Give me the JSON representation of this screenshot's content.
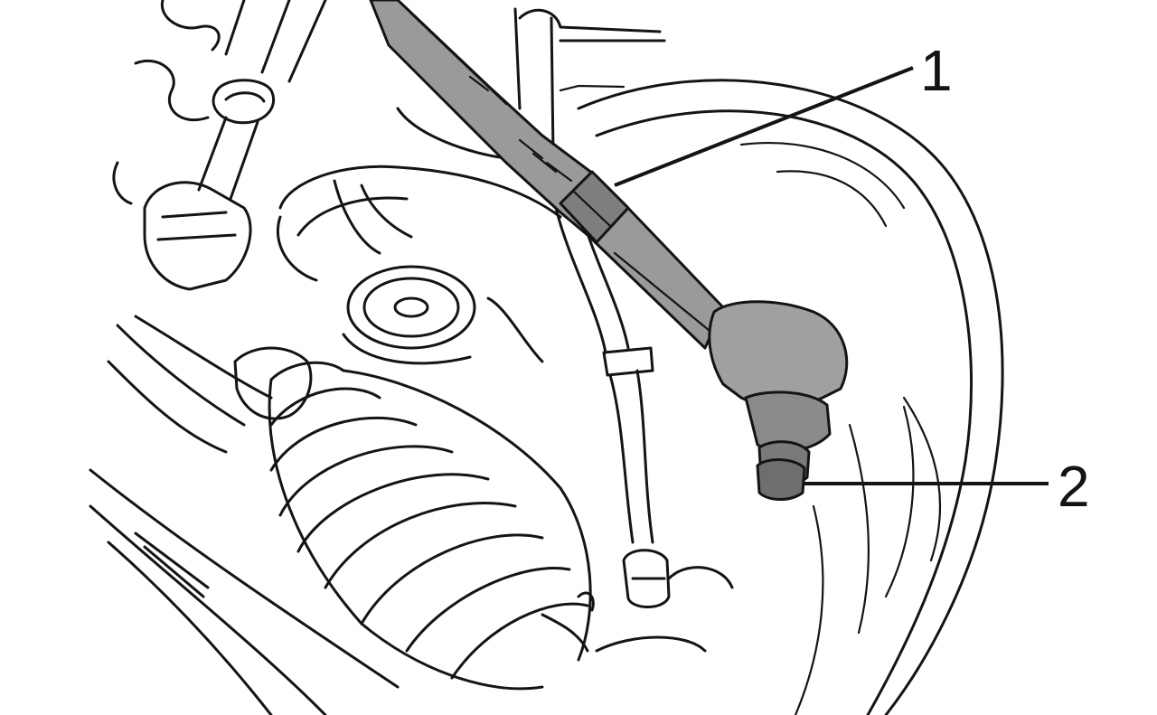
{
  "callouts": [
    {
      "id": "1",
      "label": "1"
    },
    {
      "id": "2",
      "label": "2"
    }
  ],
  "colors": {
    "line": "#141414",
    "shade_light": "#9a9a9a",
    "shade_dark": "#6e6e6e",
    "background": "#ffffff"
  }
}
